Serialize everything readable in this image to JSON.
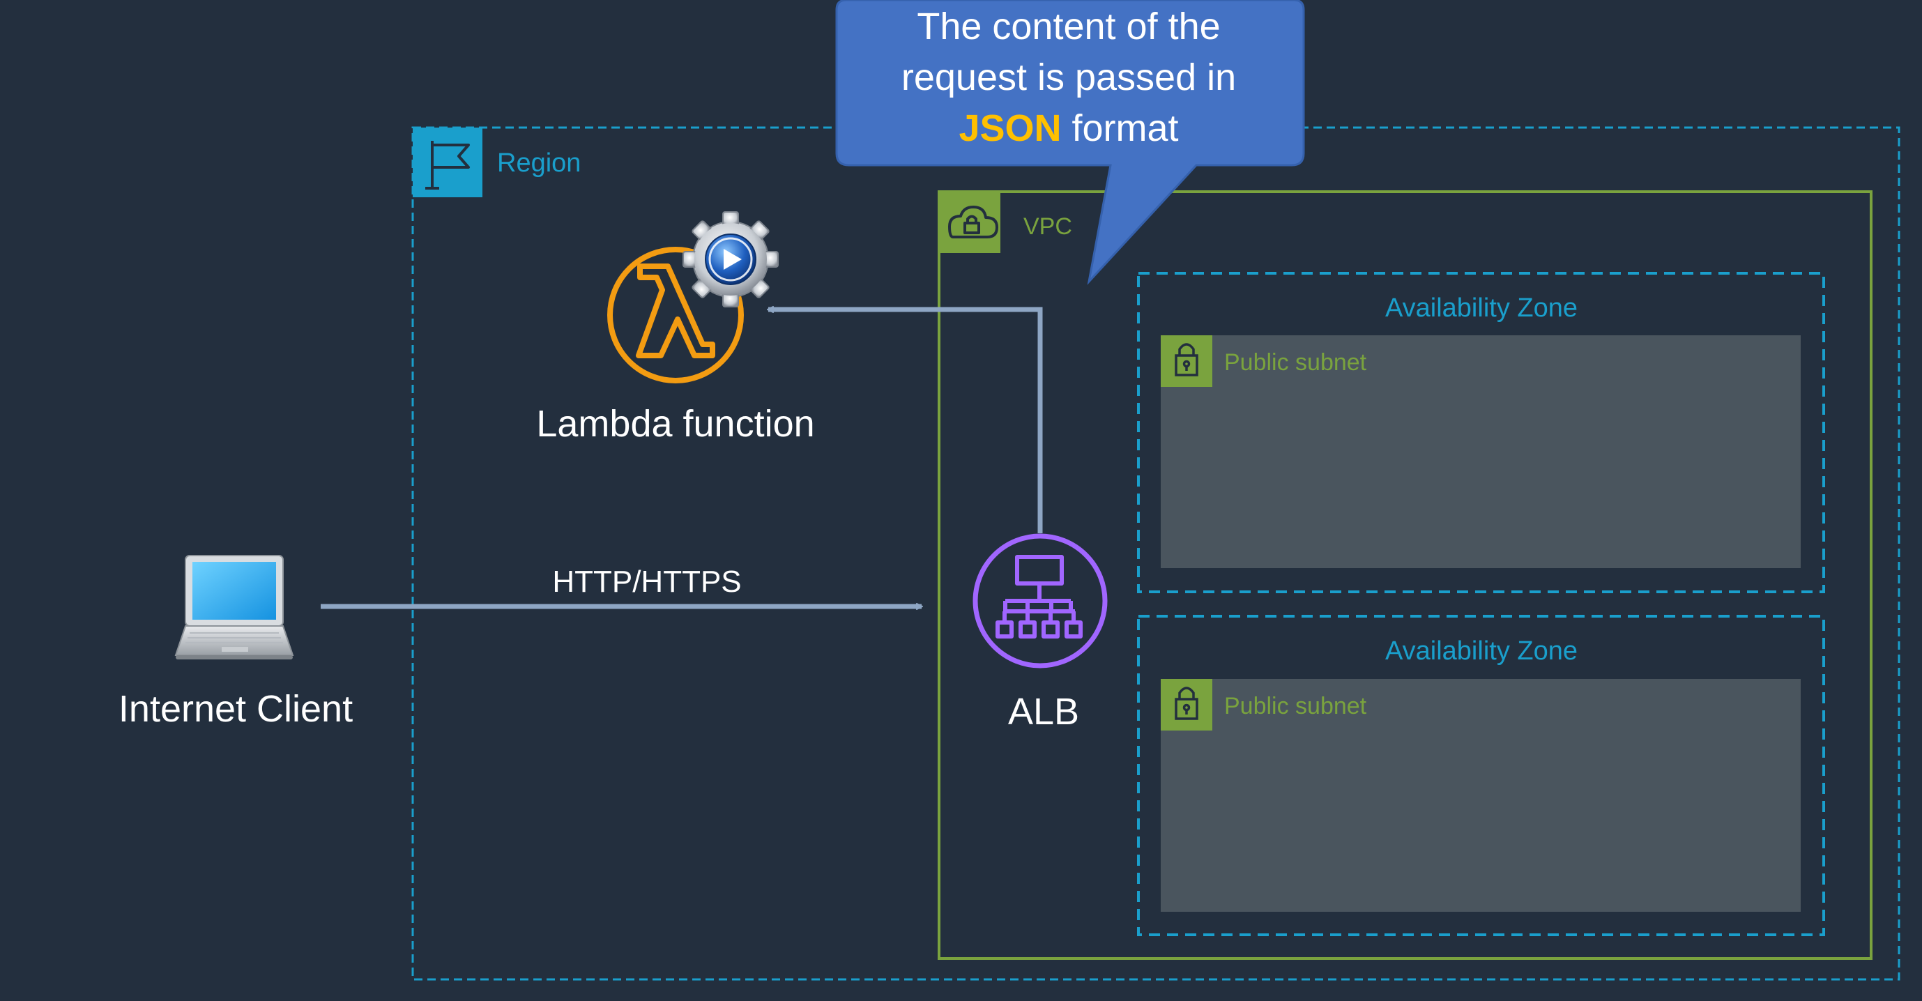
{
  "callout": {
    "line1": "The content of the",
    "line2": "request is passed in",
    "highlight": "JSON",
    "line3_rest": " format"
  },
  "region": {
    "label": "Region"
  },
  "vpc": {
    "label": "VPC"
  },
  "availability_zones": [
    {
      "label": "Availability Zone",
      "subnet_label": "Public subnet"
    },
    {
      "label": "Availability Zone",
      "subnet_label": "Public subnet"
    }
  ],
  "lambda": {
    "label": "Lambda function"
  },
  "alb": {
    "label": "ALB"
  },
  "client": {
    "label": "Internet Client"
  },
  "connection": {
    "label": "HTTP/HTTPS"
  },
  "colors": {
    "background": "#232f3e",
    "region": "#1a9fcc",
    "vpc": "#7aa33e",
    "subnet_fill": "#4a555e",
    "lambda": "#f39c12",
    "alb": "#a166ff",
    "arrow": "#8ea6c4",
    "callout": "#4472c4",
    "json": "#ffc000"
  }
}
